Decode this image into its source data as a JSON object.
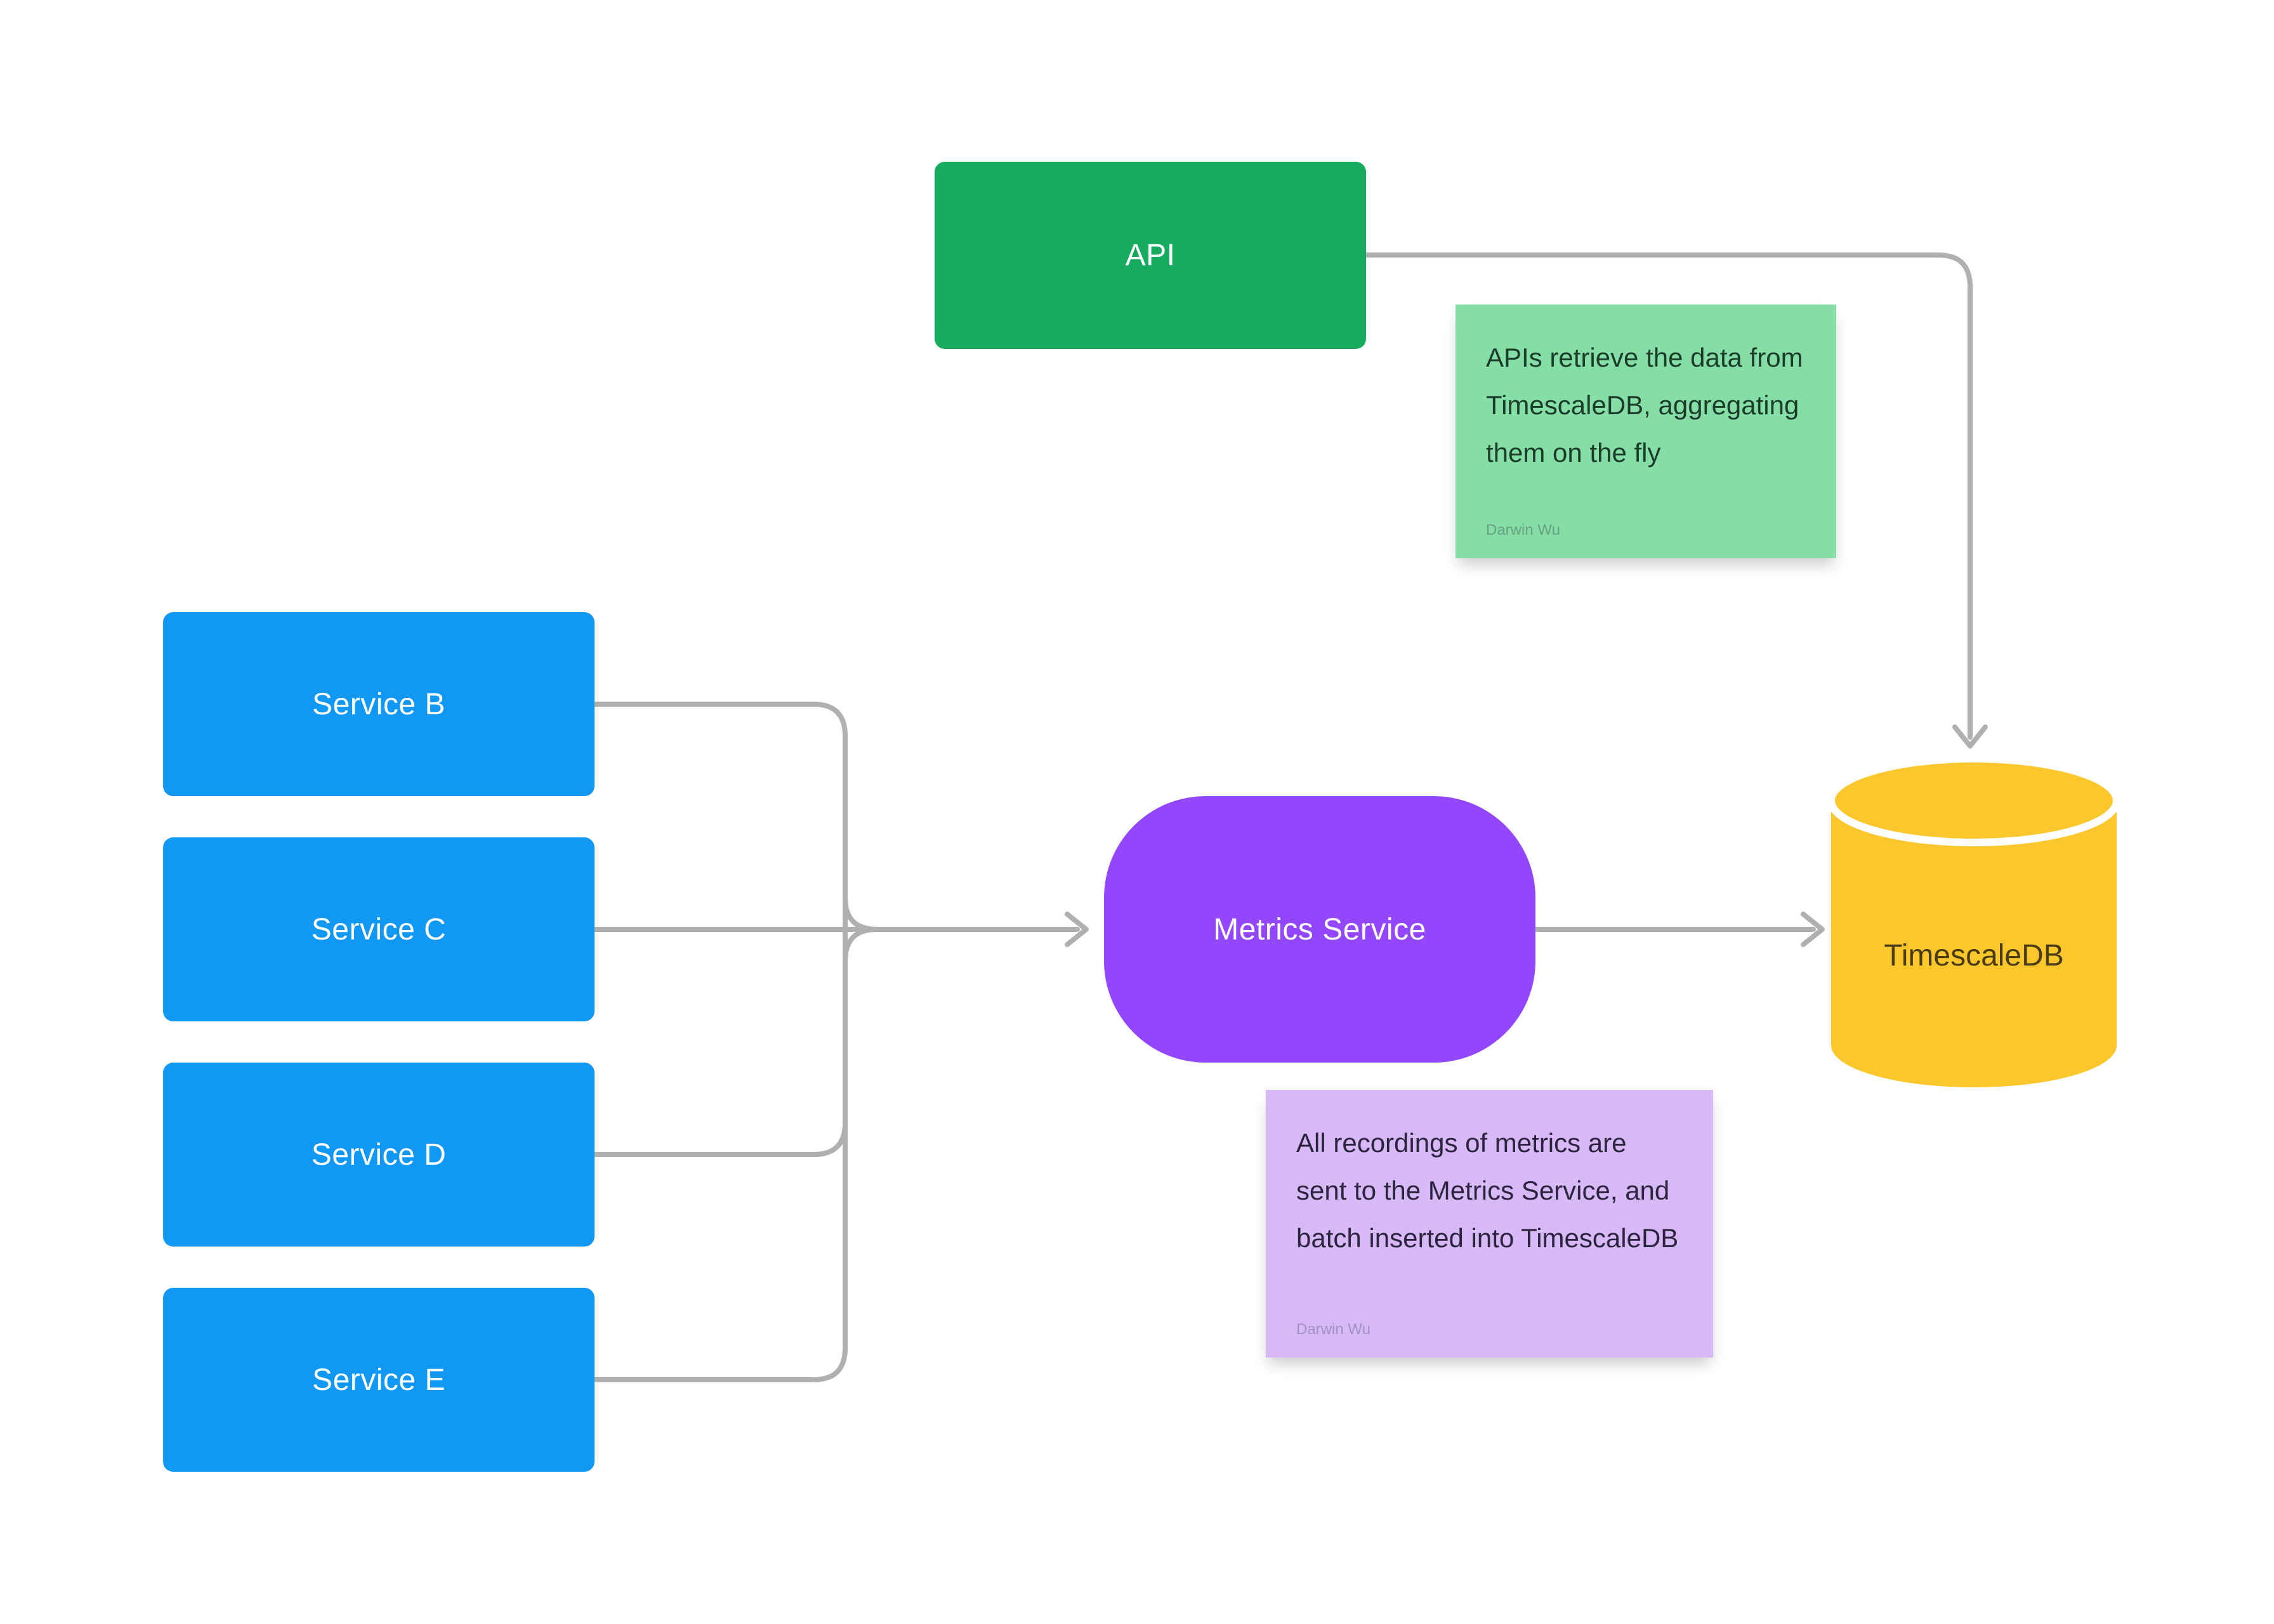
{
  "app": {
    "background_color": "#FFFFFF",
    "connector_color": "#B0B0B0"
  },
  "nodes": {
    "api": {
      "label": "API",
      "color": "#17AB60",
      "text_color": "#FFFFFF",
      "shape": "rectangle"
    },
    "services": [
      {
        "label": "Service B",
        "color": "#1198F5",
        "text_color": "#FFFFFF",
        "shape": "rectangle"
      },
      {
        "label": "Service C",
        "color": "#1198F5",
        "text_color": "#FFFFFF",
        "shape": "rectangle"
      },
      {
        "label": "Service D",
        "color": "#1198F5",
        "text_color": "#FFFFFF",
        "shape": "rectangle"
      },
      {
        "label": "Service E",
        "color": "#1198F5",
        "text_color": "#FFFFFF",
        "shape": "rectangle"
      }
    ],
    "metrics": {
      "label": "Metrics Service",
      "color": "#9347FC",
      "text_color": "#FFFFFF",
      "shape": "rounded-rectangle"
    },
    "database": {
      "label": "TimescaleDB",
      "color": "#FCC72C",
      "text_color": "#4A3B10",
      "shape": "cylinder"
    }
  },
  "sticky_notes": [
    {
      "text": "APIs retrieve the data from TimescaleDB, aggregating them on the fly",
      "author": "Darwin Wu",
      "color": "#85DEA6"
    },
    {
      "text": "All recordings of metrics are sent to the Metrics Service, and batch inserted into TimescaleDB",
      "author": "Darwin Wu",
      "color": "#D7B9F7"
    }
  ],
  "connectors": [
    {
      "from": "API",
      "to": "TimescaleDB"
    },
    {
      "from": "Service B",
      "to": "Metrics Service"
    },
    {
      "from": "Service C",
      "to": "Metrics Service"
    },
    {
      "from": "Service D",
      "to": "Metrics Service"
    },
    {
      "from": "Service E",
      "to": "Metrics Service"
    },
    {
      "from": "Metrics Service",
      "to": "TimescaleDB"
    }
  ]
}
